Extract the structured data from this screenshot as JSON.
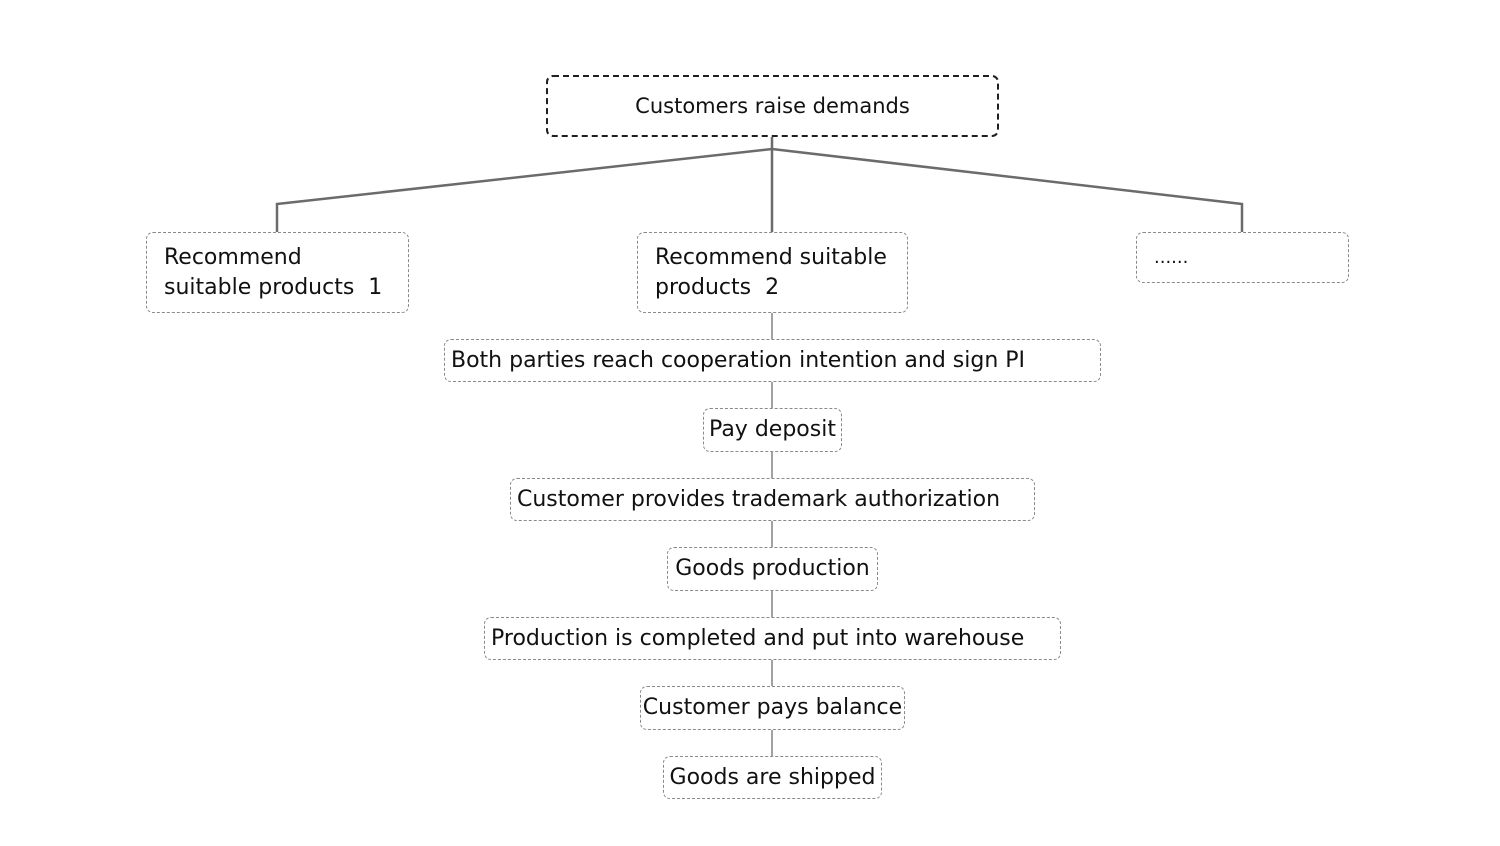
{
  "root": {
    "label": "Customers raise demands"
  },
  "branches": [
    {
      "label": "Recommend\nsuitable products  1"
    },
    {
      "label": "Recommend suitable\nproducts  2"
    },
    {
      "label": "......"
    }
  ],
  "steps": [
    {
      "label": "Both parties reach cooperation intention and sign PI"
    },
    {
      "label": "Pay deposit"
    },
    {
      "label": "Customer provides trademark authorization"
    },
    {
      "label": "Goods production"
    },
    {
      "label": "Production is completed and put into warehouse"
    },
    {
      "label": "Customer pays balance"
    },
    {
      "label": "Goods are shipped"
    }
  ],
  "colors": {
    "root_border": "#1f1f1f",
    "box_border": "#8a8a8a",
    "connector": "#6b6b6b"
  }
}
